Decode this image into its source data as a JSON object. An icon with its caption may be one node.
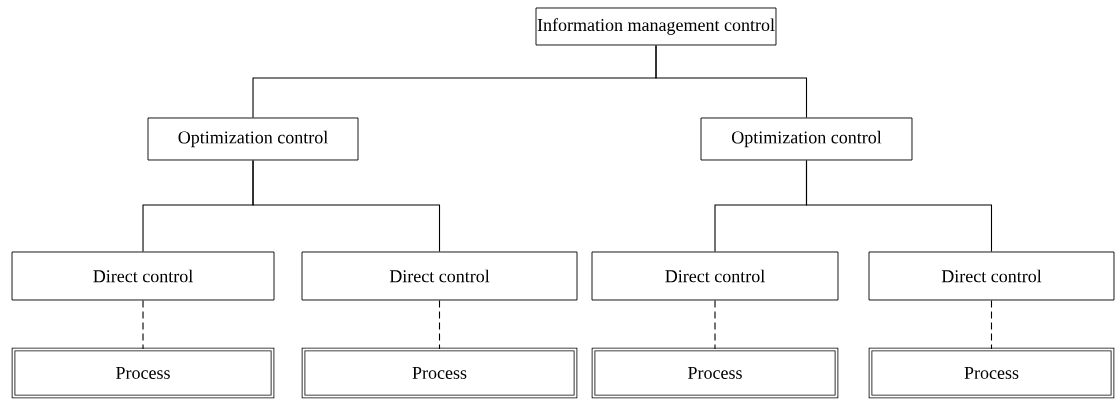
{
  "diagram": {
    "nodes": [
      {
        "text": [
          "Information management control"
        ]
      },
      {
        "text": [
          "Optimization control"
        ]
      },
      {
        "text": [
          "Optimization control"
        ]
      },
      {
        "text": [
          "Direct control"
        ]
      },
      {
        "text": [
          "Direct control"
        ]
      },
      {
        "text": [
          "Direct control"
        ]
      },
      {
        "text": [
          "Direct control"
        ]
      },
      {
        "text": [
          "Process"
        ]
      },
      {
        "text": [
          "Process"
        ]
      },
      {
        "text": [
          "Process"
        ]
      },
      {
        "text": [
          "Process"
        ]
      }
    ],
    "edges": [
      {
        "from": 0,
        "to": 1,
        "arrow": "none"
      },
      {
        "from": 0,
        "to": 2,
        "arrow": "none"
      },
      {
        "from": 1,
        "to": 3,
        "arrow": "none"
      },
      {
        "from": 1,
        "to": 4,
        "arrow": "none"
      },
      {
        "from": 2,
        "to": 5,
        "arrow": "none"
      },
      {
        "from": 2,
        "to": 6,
        "arrow": "none"
      },
      {
        "from": 3,
        "to": 7,
        "arrow": "none",
        "style": "dashed"
      },
      {
        "from": 4,
        "to": 8,
        "arrow": "none",
        "style": "dashed"
      },
      {
        "from": 5,
        "to": 9,
        "arrow": "none",
        "style": "dashed"
      },
      {
        "from": 6,
        "to": 10,
        "arrow": "none",
        "style": "dashed"
      }
    ]
  }
}
